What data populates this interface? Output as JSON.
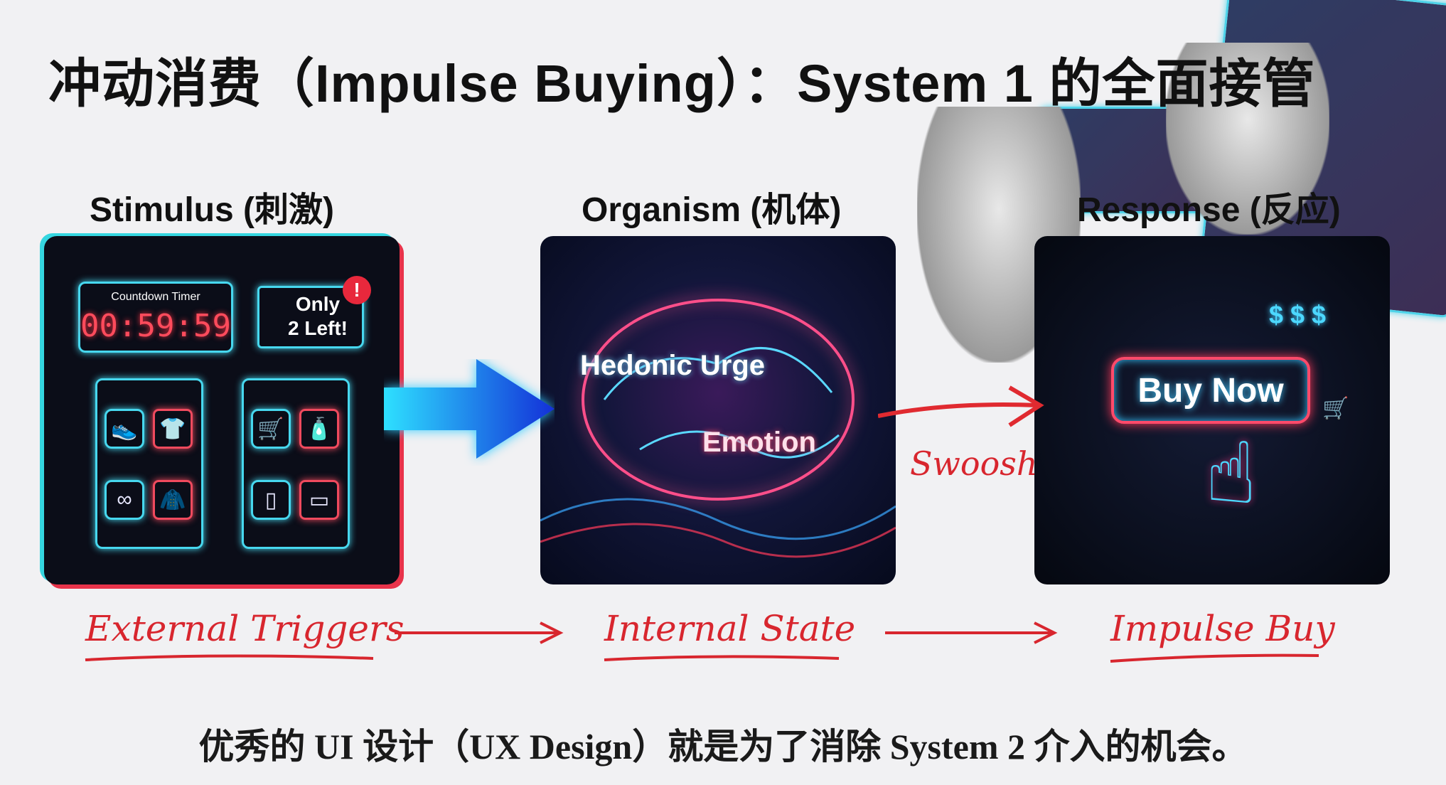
{
  "title": "冲动消费（Impulse Buying）：System 1 的全面接管",
  "columns": [
    {
      "label": "Stimulus (刺激)",
      "caption": "External Triggers"
    },
    {
      "label": "Organism (机体)",
      "caption": "Internal State"
    },
    {
      "label": "Response (反应)",
      "caption": "Impulse Buy"
    }
  ],
  "stimulus": {
    "timer_label": "Countdown Timer",
    "timer_value": "00:59:59",
    "tag_line1": "Only",
    "tag_line2": "2 Left!"
  },
  "organism": {
    "text1": "Hedonic Urge",
    "text2": "Emotion"
  },
  "connector_label": "Swoosh",
  "response": {
    "button_label": "Buy Now"
  },
  "footer_caption": "优秀的 UI 设计（UX Design）就是为了消除 System 2 介入的机会。",
  "colors": {
    "accent_red": "#d8262e",
    "neon_cyan": "#47d8ef",
    "neon_pink": "#f04a5e"
  }
}
